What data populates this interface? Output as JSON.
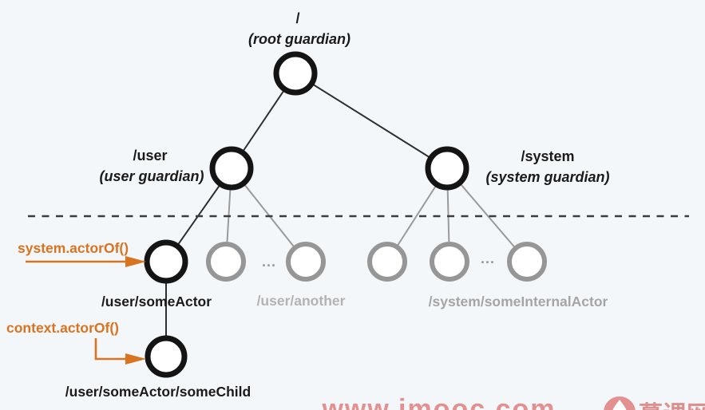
{
  "diagram": {
    "root_path": "/",
    "root_guardian": "(root guardian)",
    "user_path": "/user",
    "user_guardian": "(user guardian)",
    "system_path": "/system",
    "system_guardian": "(system guardian)",
    "some_actor_path": "/user/someActor",
    "user_another_path": "/user/another",
    "system_internal_path": "/system/someInternalActor",
    "some_child_path": "/user/someActor/someChild",
    "ellipsis": "...",
    "call_system_actor_of": "system.actorOf()",
    "call_context_actor_of": "context.actorOf()",
    "colors": {
      "accent_orange": "#d9731f",
      "node_black_stroke": "#141414",
      "node_gray_stroke": "#969696",
      "gray_label_text": "#a5a5a5",
      "watermark_pink": "#e29090",
      "background": "#f4f7fa"
    }
  },
  "watermark": {
    "site": "www.imooc.com",
    "brand": "慕课网"
  }
}
